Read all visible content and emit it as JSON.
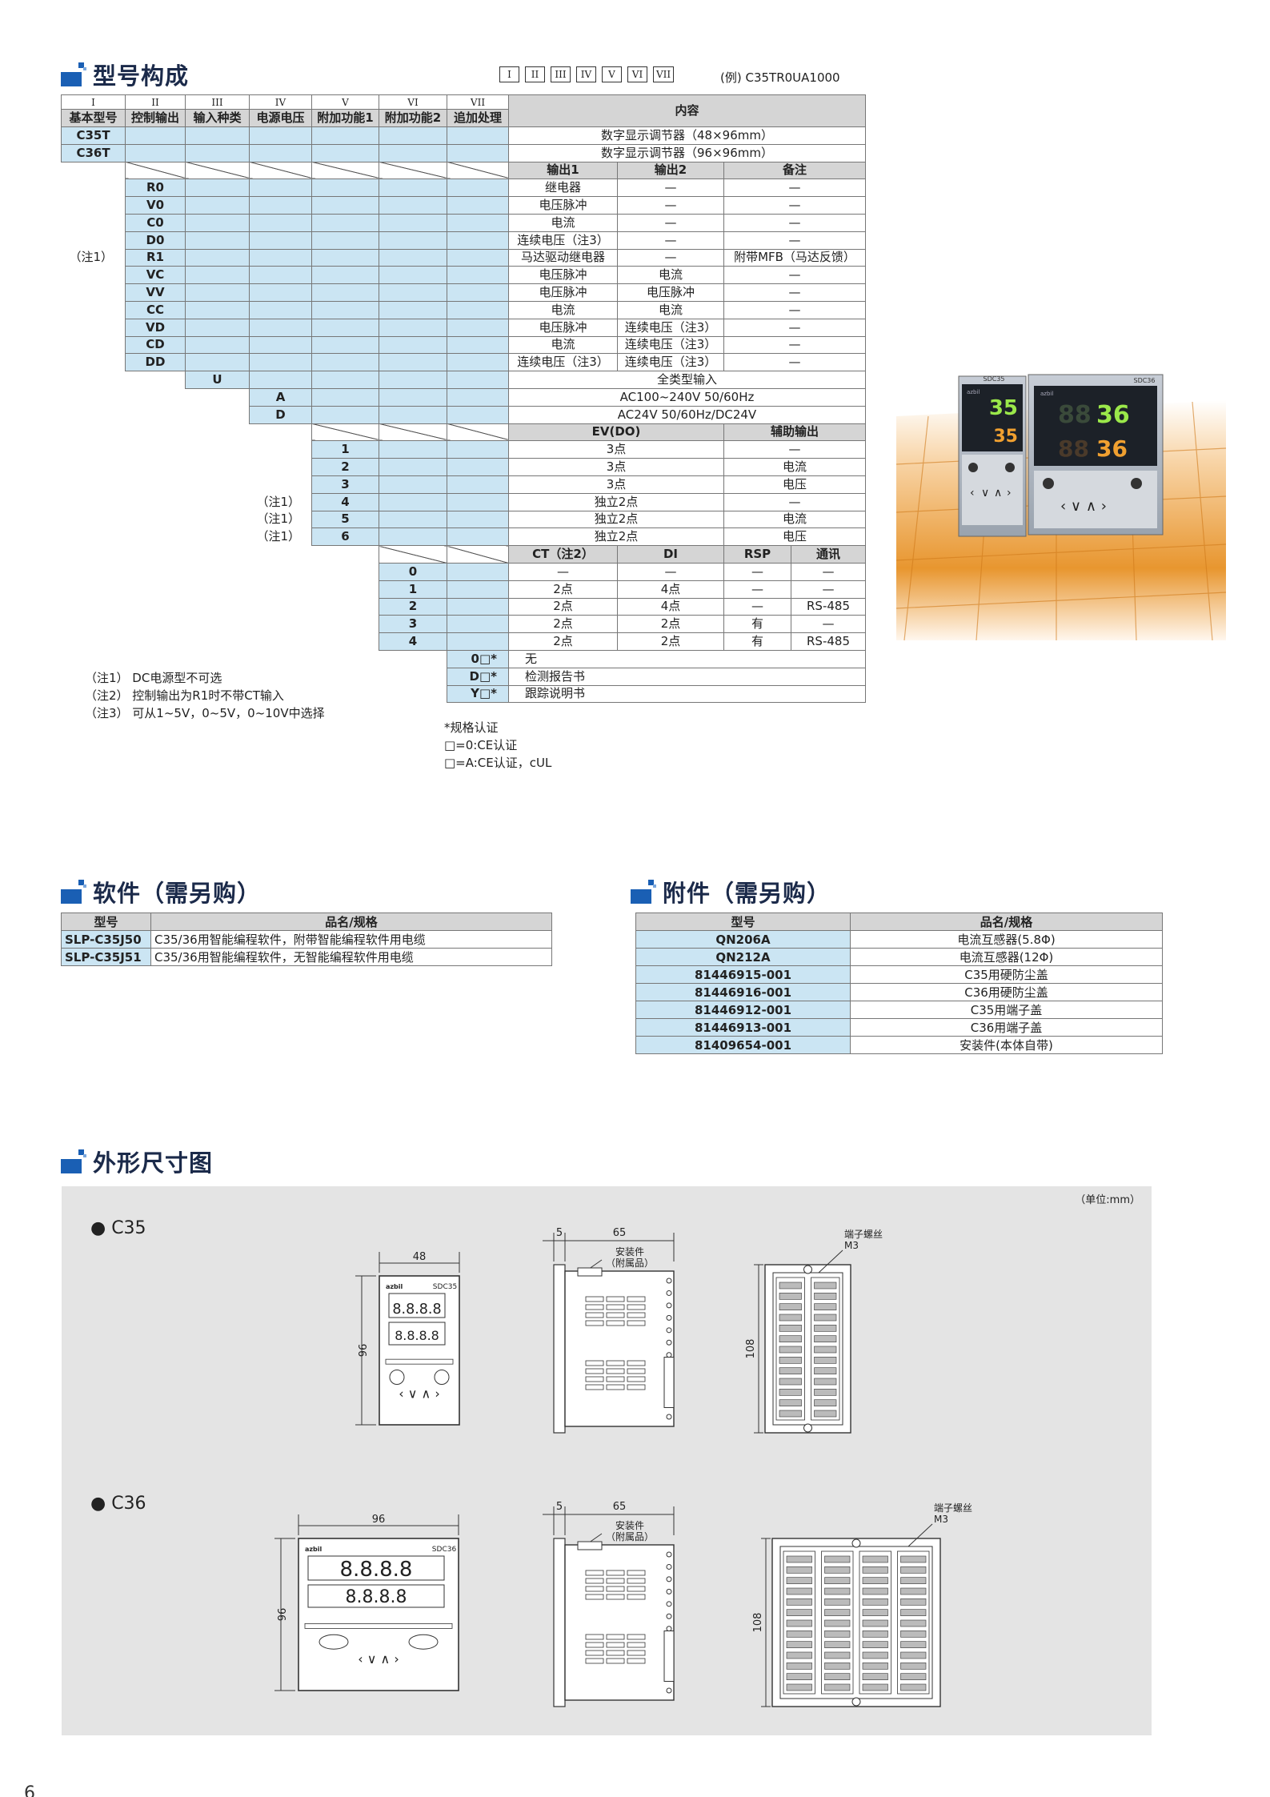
{
  "sections": {
    "model": "型号构成",
    "software": "软件（需另购）",
    "accessory": "附件（需另购）",
    "dimensions": "外形尺寸图"
  },
  "code_boxes": [
    "I",
    "II",
    "III",
    "IV",
    "V",
    "VI",
    "VII"
  ],
  "code_example": "(例) C35TR0UA1000",
  "model_table": {
    "roman": [
      "I",
      "II",
      "III",
      "IV",
      "V",
      "VI",
      "VII"
    ],
    "headers": [
      "基本型号",
      "控制输出",
      "输入种类",
      "电源电压",
      "附加功能1",
      "附加功能2",
      "追加处理"
    ],
    "content_header": "内容",
    "base_models": [
      {
        "code": "C35T",
        "desc": "数字显示调节器（48×96mm）"
      },
      {
        "code": "C36T",
        "desc": "数字显示调节器（96×96mm）"
      }
    ],
    "output_headers": [
      "输出1",
      "输出2",
      "备注"
    ],
    "outputs": [
      {
        "note": "",
        "code": "R0",
        "o1": "继电器",
        "o2": "—",
        "rem": "—"
      },
      {
        "note": "",
        "code": "V0",
        "o1": "电压脉冲",
        "o2": "—",
        "rem": "—"
      },
      {
        "note": "",
        "code": "C0",
        "o1": "电流",
        "o2": "—",
        "rem": "—"
      },
      {
        "note": "",
        "code": "D0",
        "o1": "连续电压（注3）",
        "o2": "—",
        "rem": "—"
      },
      {
        "note": "（注1）",
        "code": "R1",
        "o1": "马达驱动继电器",
        "o2": "—",
        "rem": "附带MFB（马达反馈）"
      },
      {
        "note": "",
        "code": "VC",
        "o1": "电压脉冲",
        "o2": "电流",
        "rem": "—"
      },
      {
        "note": "",
        "code": "VV",
        "o1": "电压脉冲",
        "o2": "电压脉冲",
        "rem": "—"
      },
      {
        "note": "",
        "code": "CC",
        "o1": "电流",
        "o2": "电流",
        "rem": "—"
      },
      {
        "note": "",
        "code": "VD",
        "o1": "电压脉冲",
        "o2": "连续电压（注3）",
        "rem": "—"
      },
      {
        "note": "",
        "code": "CD",
        "o1": "电流",
        "o2": "连续电压（注3）",
        "rem": "—"
      },
      {
        "note": "",
        "code": "DD",
        "o1": "连续电压（注3）",
        "o2": "连续电压（注3）",
        "rem": "—"
      }
    ],
    "input": {
      "code": "U",
      "desc": "全类型输入"
    },
    "power": [
      {
        "code": "A",
        "desc": "AC100~240V 50/60Hz"
      },
      {
        "code": "D",
        "desc": "AC24V 50/60Hz/DC24V"
      }
    ],
    "func1_headers": [
      "EV(DO)",
      "辅助输出"
    ],
    "func1": [
      {
        "note": "",
        "code": "1",
        "ev": "3点",
        "aux": "—"
      },
      {
        "note": "",
        "code": "2",
        "ev": "3点",
        "aux": "电流"
      },
      {
        "note": "",
        "code": "3",
        "ev": "3点",
        "aux": "电压"
      },
      {
        "note": "（注1）",
        "code": "4",
        "ev": "独立2点",
        "aux": "—"
      },
      {
        "note": "（注1）",
        "code": "5",
        "ev": "独立2点",
        "aux": "电流"
      },
      {
        "note": "（注1）",
        "code": "6",
        "ev": "独立2点",
        "aux": "电压"
      }
    ],
    "func2_headers": [
      "CT（注2）",
      "DI",
      "RSP",
      "通讯"
    ],
    "func2": [
      {
        "code": "0",
        "ct": "—",
        "di": "—",
        "rsp": "—",
        "com": "—"
      },
      {
        "code": "1",
        "ct": "2点",
        "di": "4点",
        "rsp": "—",
        "com": "—"
      },
      {
        "code": "2",
        "ct": "2点",
        "di": "4点",
        "rsp": "—",
        "com": "RS-485"
      },
      {
        "code": "3",
        "ct": "2点",
        "di": "2点",
        "rsp": "有",
        "com": "—"
      },
      {
        "code": "4",
        "ct": "2点",
        "di": "2点",
        "rsp": "有",
        "com": "RS-485"
      }
    ],
    "extra": [
      {
        "code": "0□*",
        "desc": "无"
      },
      {
        "code": "D□*",
        "desc": "检测报告书"
      },
      {
        "code": "Y□*",
        "desc": "跟踪说明书"
      }
    ]
  },
  "notes": [
    "（注1） DC电源型不可选",
    "（注2） 控制输出为R1时不带CT输入",
    "（注3） 可从1~5V，0~5V，0~10V中选择"
  ],
  "cert": [
    "*规格认证",
    "□=0:CE认证",
    "□=A:CE认证，cUL"
  ],
  "photo": {
    "left_label": "SDC35",
    "right_label": "SDC36",
    "left_value": "35",
    "right_value": "36",
    "brand": "azbil"
  },
  "software_table": {
    "headers": [
      "型号",
      "品名/规格"
    ],
    "rows": [
      {
        "model": "SLP-C35J50",
        "desc": "C35/36用智能编程软件，附带智能编程软件用电缆"
      },
      {
        "model": "SLP-C35J51",
        "desc": "C35/36用智能编程软件，无智能编程软件用电缆"
      }
    ]
  },
  "accessory_table": {
    "headers": [
      "型号",
      "品名/规格"
    ],
    "rows": [
      {
        "model": "QN206A",
        "desc": "电流互感器(5.8Φ)"
      },
      {
        "model": "QN212A",
        "desc": "电流互感器(12Φ)"
      },
      {
        "model": "81446915-001",
        "desc": "C35用硬防尘盖"
      },
      {
        "model": "81446916-001",
        "desc": "C36用硬防尘盖"
      },
      {
        "model": "81446912-001",
        "desc": "C35用端子盖"
      },
      {
        "model": "81446913-001",
        "desc": "C36用端子盖"
      },
      {
        "model": "81409654-001",
        "desc": "安装件(本体自带)"
      }
    ]
  },
  "dimensions": {
    "unit": "（单位:mm）",
    "c35": {
      "label": "● C35",
      "width": "48",
      "height": "96",
      "depth_a": "5",
      "depth_b": "65",
      "terminal_h": "108",
      "front_label": "SDC35"
    },
    "c36": {
      "label": "● C36",
      "width": "96",
      "height": "96",
      "depth_a": "5",
      "depth_b": "65",
      "terminal_h": "108",
      "front_label": "SDC36"
    },
    "mount_label_1": "安装件",
    "mount_label_2": "（附属品）",
    "screw_label_1": "端子螺丝",
    "screw_label_2": "M3",
    "digits": "8.8.8.8"
  },
  "page_number": "6"
}
